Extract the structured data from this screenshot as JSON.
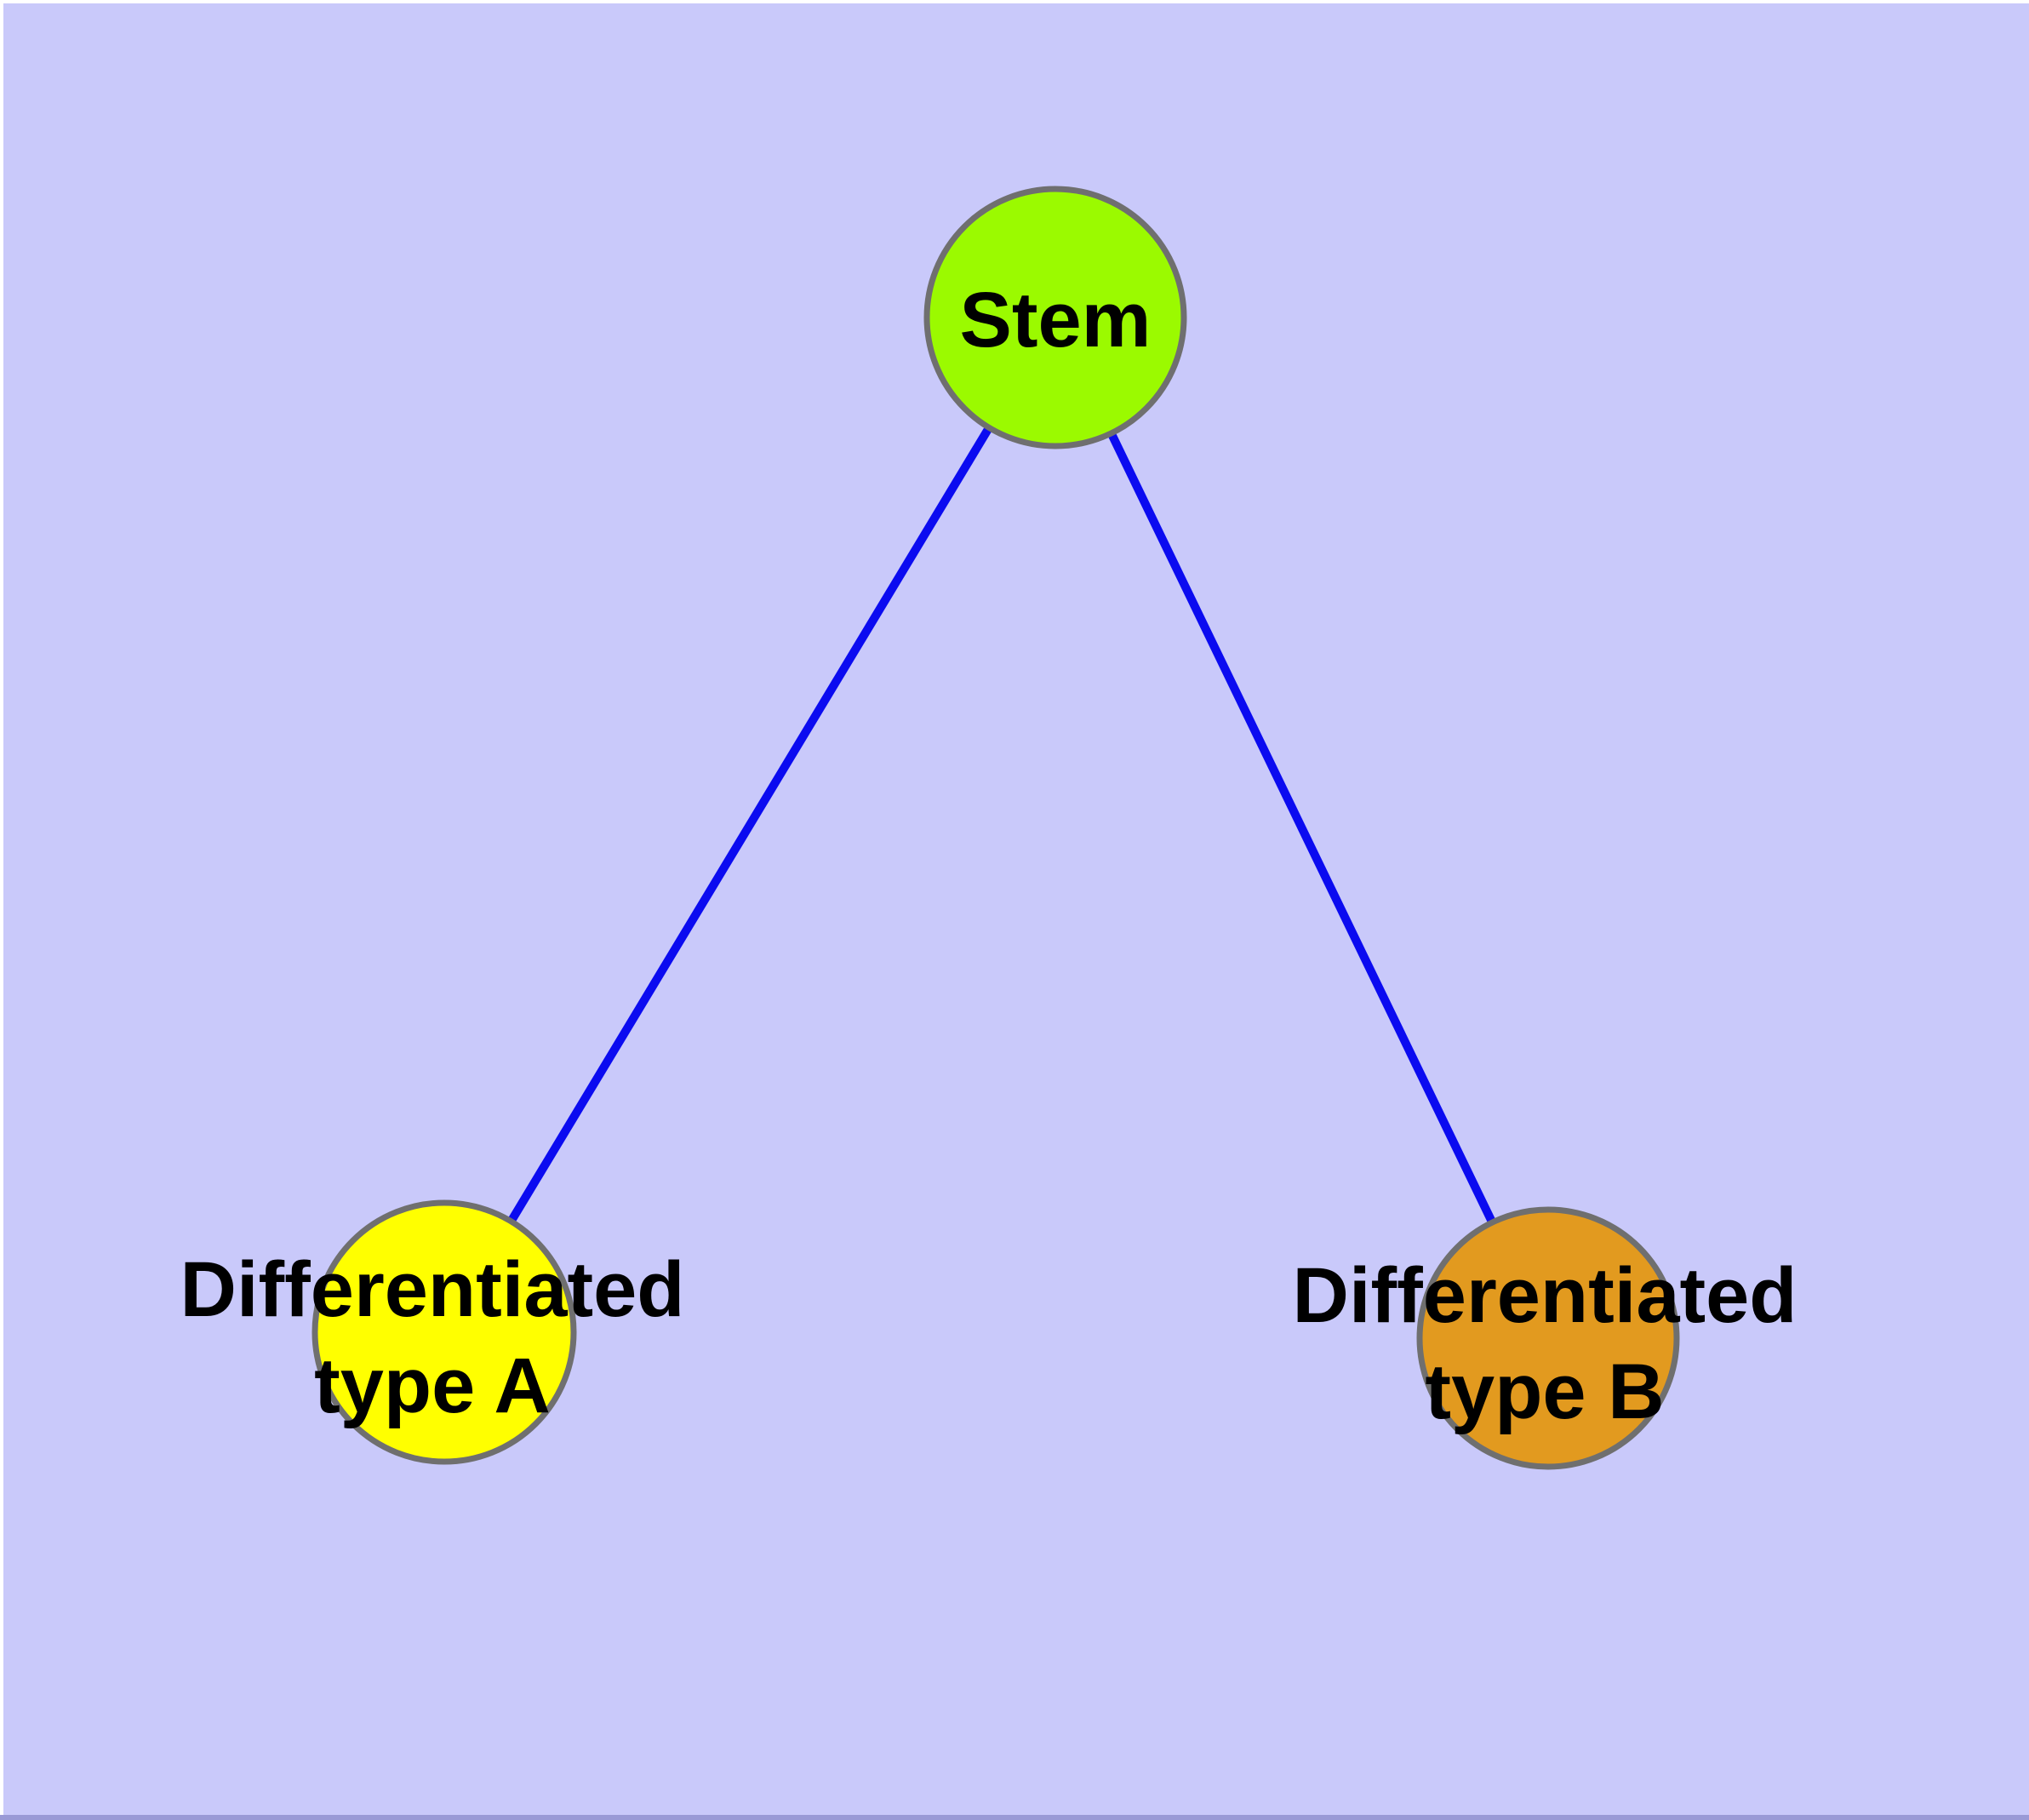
{
  "canvas": {
    "frame_color": "#ffffff",
    "background_color": "#c9c9fa",
    "bottom_edge_color": "#9a9ad6"
  },
  "diagram": {
    "type": "graph",
    "edge_color": "#0b0bf0",
    "node_border_color": "#6f6f6f",
    "text_color": "#000000",
    "nodes": [
      {
        "id": "stem",
        "label": "Stem",
        "fill": "#9bfa00"
      },
      {
        "id": "differentiated-type-a",
        "label_lines": [
          "Differentiated",
          "type A"
        ],
        "fill": "#ffff00"
      },
      {
        "id": "differentiated-type-b",
        "label_lines": [
          "Differentiated",
          "type B"
        ],
        "fill": "#e29a1f"
      }
    ],
    "edges": [
      {
        "from": "Stem",
        "to": "Differentiated type A"
      },
      {
        "from": "Stem",
        "to": "Differentiated type B"
      }
    ]
  }
}
